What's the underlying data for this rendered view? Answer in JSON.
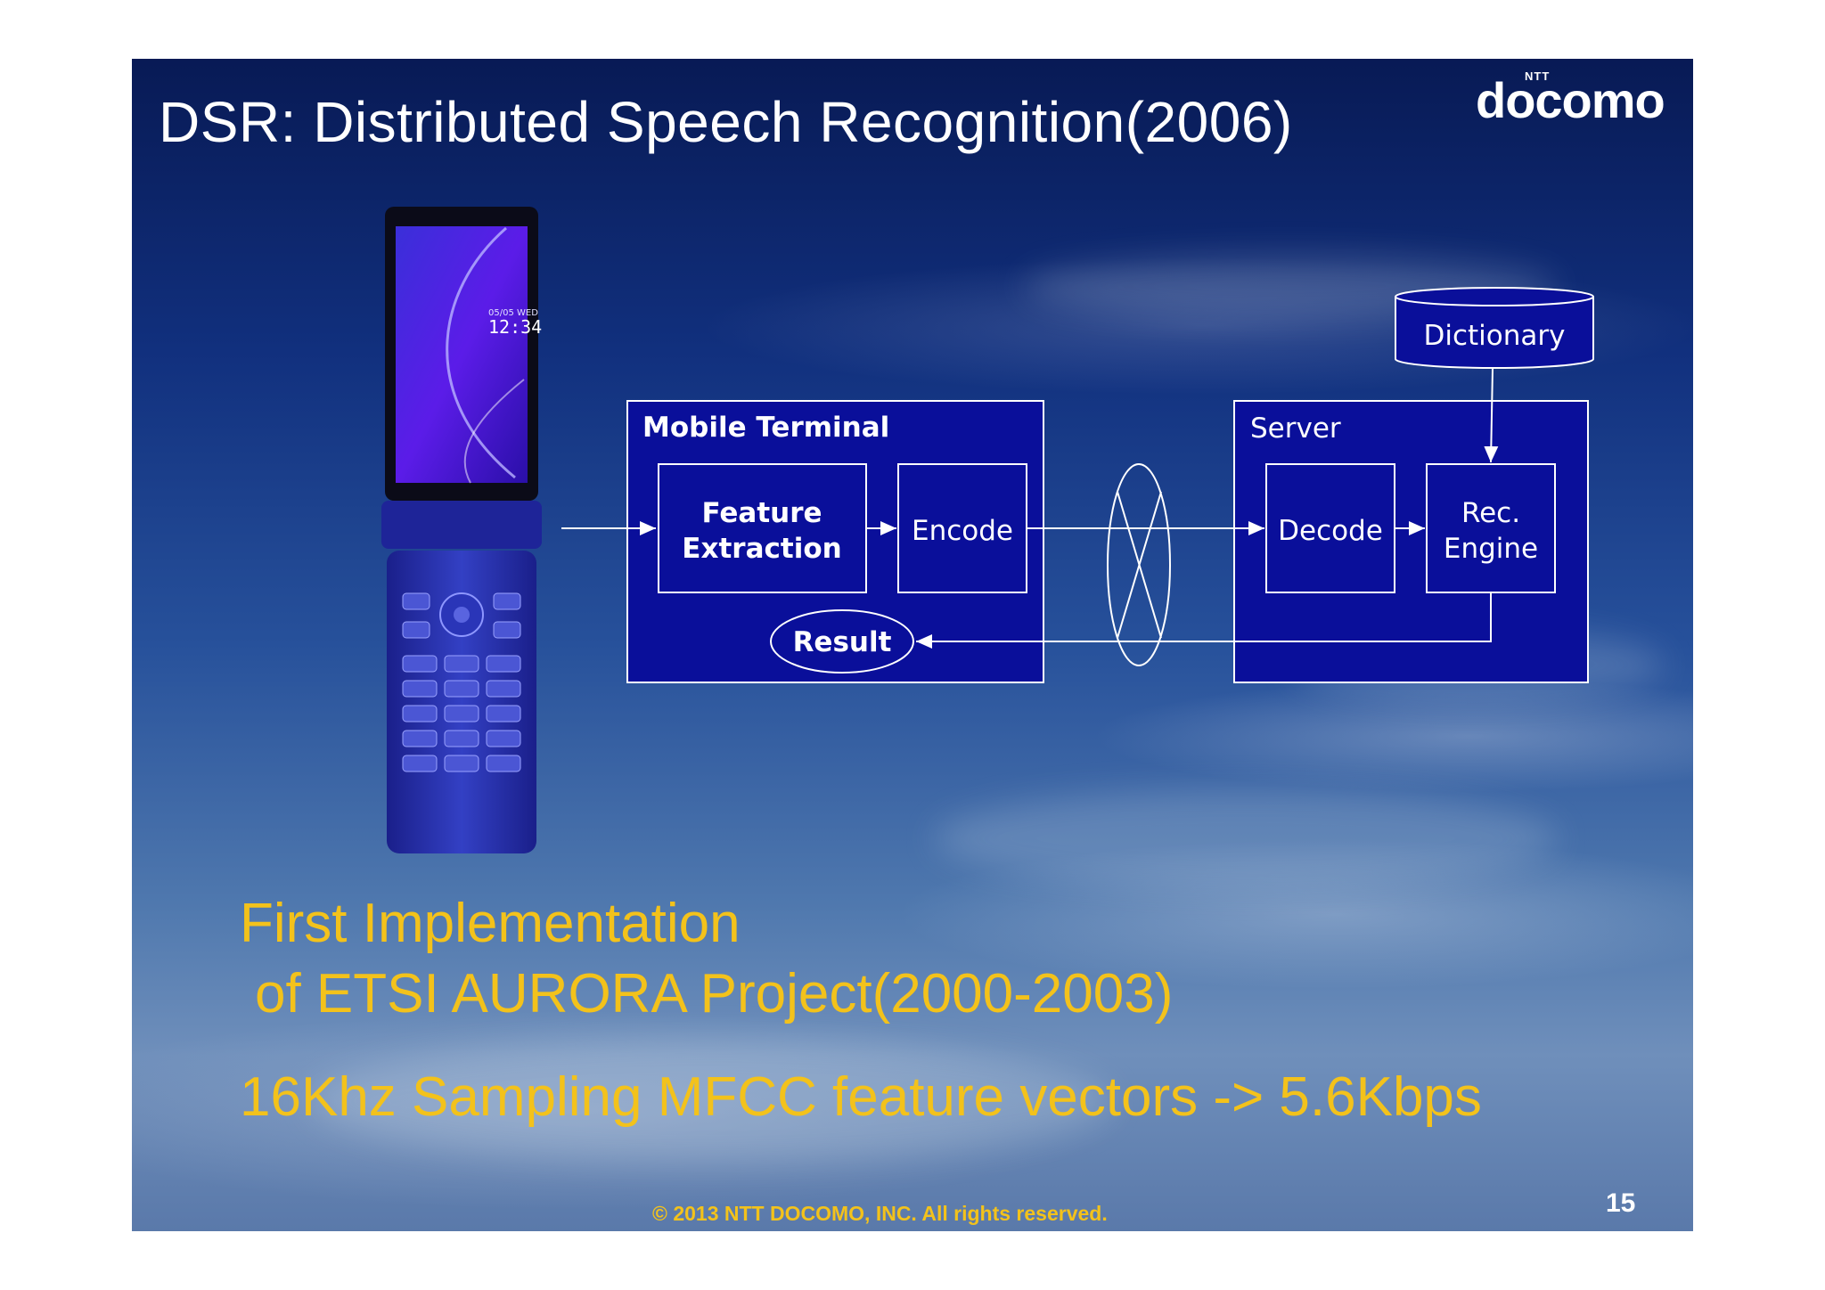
{
  "slide": {
    "title": "DSR: Distributed Speech Recognition(2006)",
    "logo": {
      "prefix": "NTT",
      "word": "docomo"
    },
    "phone": {
      "date": "05/05 WED",
      "time": "12:34"
    },
    "diagram": {
      "mobile_terminal": "Mobile Terminal",
      "feature_line1": "Feature",
      "feature_line2": "Extraction",
      "encode": "Encode",
      "result": "Result",
      "server": "Server",
      "decode": "Decode",
      "rec_line1": "Rec.",
      "rec_line2": "Engine",
      "dictionary": "Dictionary"
    },
    "body": {
      "line1": "First Implementation",
      "line2": "of ETSI AURORA Project(2000-2003)",
      "line3": "16Khz Sampling MFCC feature vectors -> 5.6Kbps"
    },
    "footer": "© 2013  NTT DOCOMO, INC. All rights reserved.",
    "page_number": "15",
    "colors": {
      "accent_yellow": "#f3c21b",
      "diagram_fill": "#0a0f9a",
      "sky_top": "#081a55"
    }
  }
}
